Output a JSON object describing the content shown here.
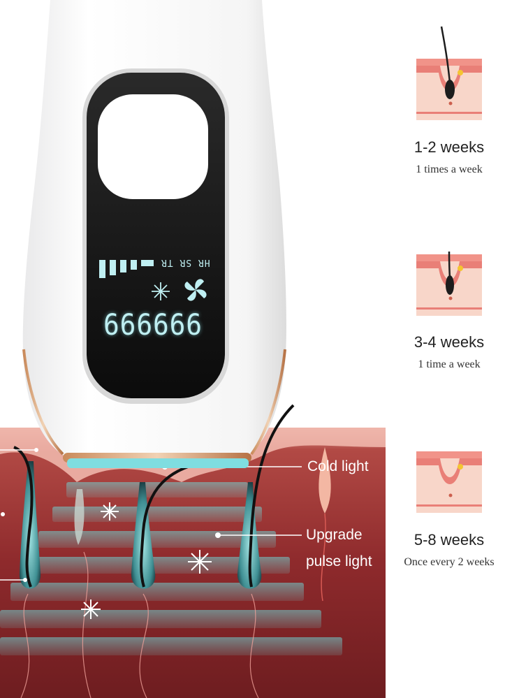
{
  "device": {
    "counter": "666666",
    "modes": "HR SR TR",
    "energy_level_bars": 5
  },
  "callouts": {
    "cold_light": "Cold light",
    "pulse_line1": "Upgrade",
    "pulse_line2": "pulse light"
  },
  "stages": [
    {
      "weeks": "1-2 weeks",
      "frequency": "1 times a week"
    },
    {
      "weeks": "3-4 weeks",
      "frequency": "1 time a week"
    },
    {
      "weeks": "5-8 weeks",
      "frequency": "Once every 2 weeks"
    }
  ],
  "colors": {
    "skin_dark": "#8e2a2c",
    "skin_pink": "#f2b7ae",
    "lcd_cyan": "#bfeff2",
    "follicle_teal": "#5fb6b8"
  }
}
